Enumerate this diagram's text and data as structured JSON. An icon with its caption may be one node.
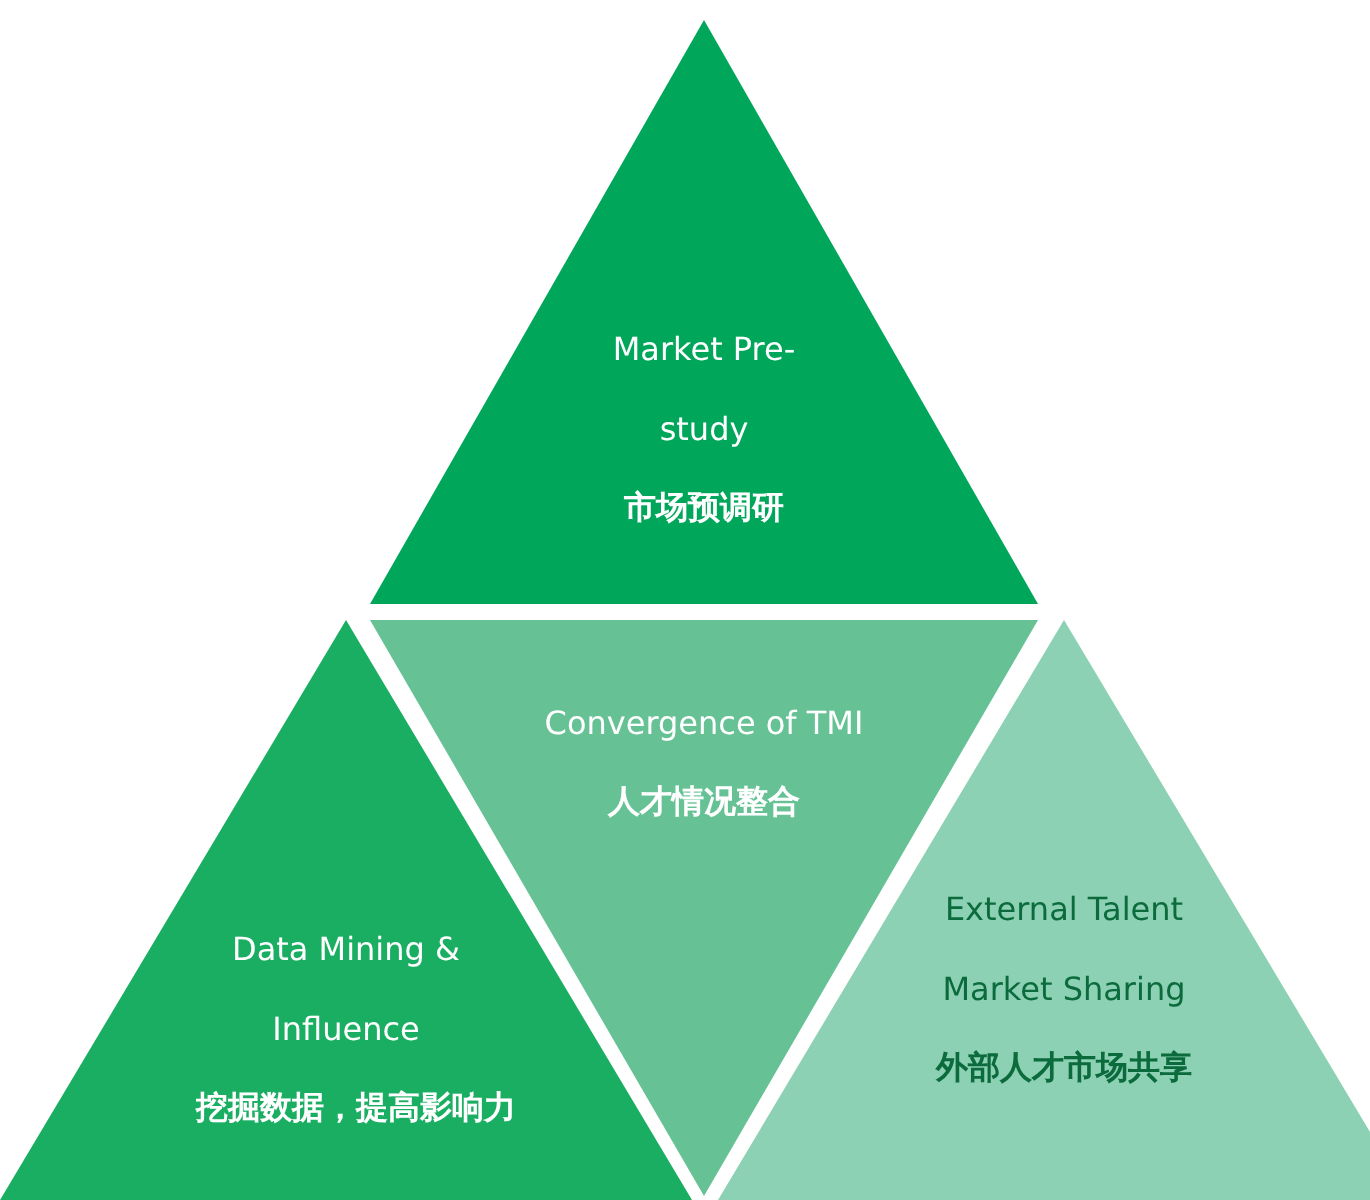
{
  "diagram": {
    "nodes": [
      {
        "text": [
          "Market Pre-study",
          "市场预调研"
        ]
      },
      {
        "text": [
          "Data Mining & Influence",
          "挖掘数据，提高影响力"
        ]
      },
      {
        "text": [
          "Convergence of TMI",
          "人才情况整合"
        ]
      },
      {
        "text": [
          "External Talent Market Sharing",
          "外部人才市场共享"
        ]
      }
    ]
  }
}
